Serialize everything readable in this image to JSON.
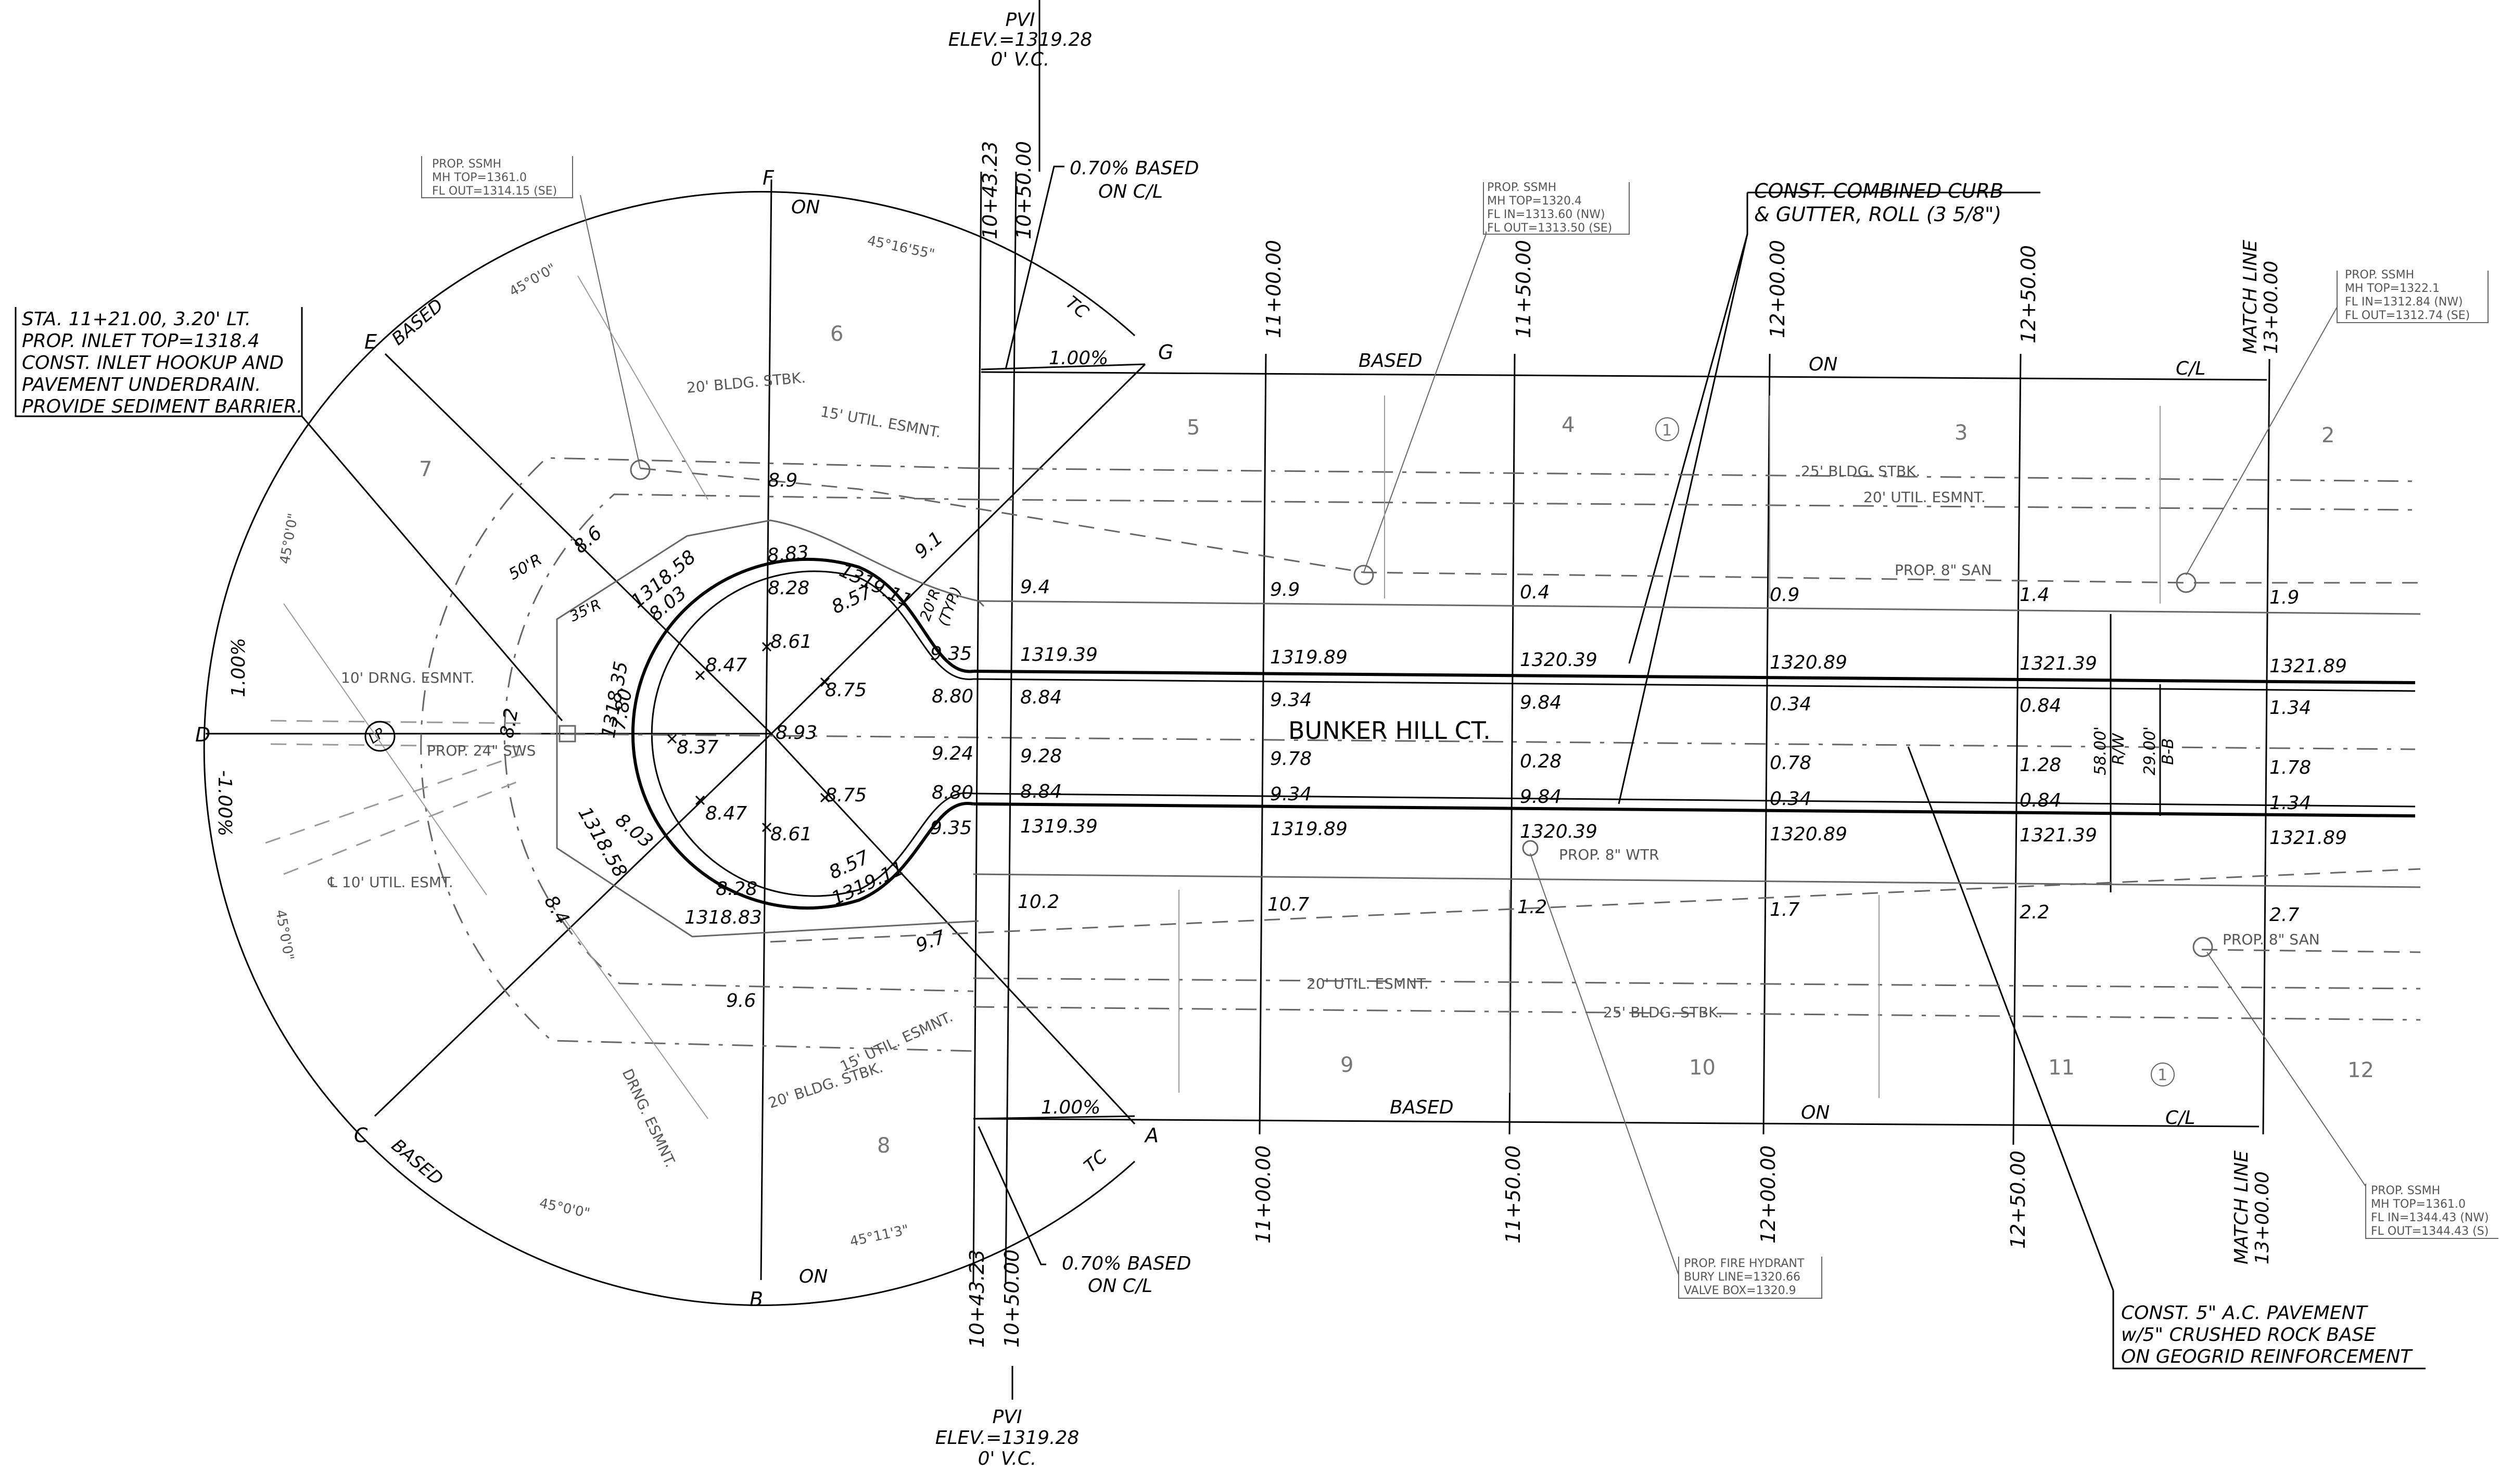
{
  "pvi_top": {
    "l1": "PVI",
    "l2": "ELEV.=1319.28",
    "l3": "0' V.C."
  },
  "pvi_bottom": {
    "l1": "PVI",
    "l2": "ELEV.=1319.28",
    "l3": "0' V.C."
  },
  "grade_top": {
    "l1": "0.70% BASED",
    "l2": "ON C/L"
  },
  "grade_bottom": {
    "l1": "0.70% BASED",
    "l2": "ON C/L"
  },
  "station_tick_top": [
    "10+43.23",
    "10+50.00",
    "11+00.00",
    "11+50.00",
    "12+00.00",
    "12+50.00"
  ],
  "station_tick_bottom": [
    "10+43.23",
    "10+50.00",
    "11+00.00",
    "11+50.00",
    "12+00.00",
    "12+50.00"
  ],
  "match_line": {
    "l1": "MATCH LINE",
    "l2": "13+00.00"
  },
  "curb_note": {
    "l1": "CONST. COMBINED CURB",
    "l2": "& GUTTER, ROLL (3 5/8\")"
  },
  "inlet_note": {
    "l1": "STA. 11+21.00, 3.20' LT.",
    "l2": "PROP. INLET TOP=1318.4",
    "l3": "CONST. INLET HOOKUP AND",
    "l4": "PAVEMENT UNDERDRAIN.",
    "l5": "PROVIDE SEDIMENT BARRIER."
  },
  "pavement_note": {
    "l1": "CONST. 5\" A.C. PAVEMENT",
    "l2": "w/5\" CRUSHED ROCK BASE",
    "l3": "ON GEOGRID REINFORCEMENT"
  },
  "ssmh_1": {
    "l1": "PROP. SSMH",
    "l2": "MH TOP=1361.0",
    "l3": "FL OUT=1314.15 (SE)"
  },
  "ssmh_2": {
    "l1": "PROP. SSMH",
    "l2": "MH TOP=1320.4",
    "l3": "FL IN=1313.60 (NW)",
    "l4": "FL OUT=1313.50 (SE)"
  },
  "ssmh_3": {
    "l1": "PROP. SSMH",
    "l2": "MH TOP=1322.1",
    "l3": "FL IN=1312.84 (NW)",
    "l4": "FL OUT=1312.74 (SE)"
  },
  "ssmh_4": {
    "l1": "PROP. SSMH",
    "l2": "MH TOP=1361.0",
    "l3": "FL IN=1344.43 (NW)",
    "l4": "FL OUT=1344.43 (S)"
  },
  "hydrant": {
    "l1": "PROP. FIRE HYDRANT",
    "l2": "BURY LINE=1320.66",
    "l3": "VALVE BOX=1320.9"
  },
  "street_name": "BUNKER HILL CT.",
  "row_width": {
    "l1": "58.00'",
    "l2": "R/W"
  },
  "bb_width": {
    "l1": "29.00'",
    "l2": "B-B"
  },
  "grade_pct": "1.00%",
  "grade_pct_left_top": "1.00%",
  "grade_pct_left_bottom": "-1.00%",
  "based_on_cl": {
    "based": "BASED",
    "on": "ON",
    "cl": "C/L"
  },
  "tc": "TC",
  "radial_letters": [
    "F",
    "G",
    "E",
    "D",
    "C",
    "B",
    "A"
  ],
  "circle_words": {
    "on_top": "ON",
    "based_e": "BASED",
    "based_c": "BASED",
    "on_bottom": "ON"
  },
  "angles": [
    "45°16'55\"",
    "45°0'0\"",
    "45°0'0\"",
    "45°0'0\"",
    "45°0'0\"",
    "45°11'3\""
  ],
  "easements": {
    "bldg_20_top": "20' BLDG. STBK.",
    "util_15_top": "15' UTIL. ESMNT.",
    "bldg_25_top": "25' BLDG. STBK.",
    "util_20_top": "20' UTIL. ESMNT.",
    "drng_10": "10' DRNG. ESMNT.",
    "sws_24": "PROP. 24\" SWS",
    "util_10": "℄ 10' UTIL. ESMT.",
    "util_20_bot": "20' UTIL. ESMNT.",
    "bldg_25_bot": "25' BLDG. STBK.",
    "util_15_bot": "15' UTIL. ESMNT.",
    "bldg_20_bot": "20' BLDG. STBK.",
    "drng_bot": "DRNG. ESMNT.",
    "san_top": "PROP. 8\" SAN",
    "wtr": "PROP. 8\" WTR",
    "san_bot": "PROP. 8\" SAN",
    "r50": "50'R",
    "r35": "35'R",
    "r20": "20'R",
    "pc": "(TYP.)"
  },
  "lots": [
    "6",
    "7",
    "5",
    "4",
    "3",
    "2",
    "8",
    "9",
    "10",
    "11",
    "12",
    "1",
    "1"
  ],
  "row_sewer": [
    "9.4",
    "9.9",
    "0.4",
    "0.9",
    "1.4",
    "1.9"
  ],
  "row_tc_n": [
    "1319.39",
    "1319.89",
    "1320.39",
    "1320.89",
    "1321.39",
    "1321.89"
  ],
  "row_fl_n": [
    "8.84",
    "9.34",
    "9.84",
    "0.34",
    "0.84",
    "1.34"
  ],
  "row_cl": [
    "9.28",
    "9.78",
    "0.28",
    "0.78",
    "1.28",
    "1.78"
  ],
  "row_fl_s": [
    "8.84",
    "9.34",
    "9.84",
    "0.34",
    "0.84",
    "1.34"
  ],
  "row_tc_s": [
    "1319.39",
    "1319.89",
    "1320.39",
    "1320.89",
    "1321.39",
    "1321.89"
  ],
  "row_water": [
    "10.2",
    "10.7",
    "1.2",
    "1.7",
    "2.2",
    "2.7"
  ],
  "cul": {
    "e89": "8.9",
    "e86": "8.6",
    "e91": "9.1",
    "e9315": "1318.58",
    "e803a": "8.03",
    "e883": "8.83",
    "e828a": "8.28",
    "e1319a": "1319.11",
    "e857a": "8.57",
    "e847a": "8.47",
    "e861a": "8.61",
    "e875a": "8.75",
    "e935a": "9.35",
    "e880a": "8.80",
    "e1835": "1318.35",
    "e780": "7.80",
    "e82": "8.2",
    "e837": "8.37",
    "e893": "8.93",
    "e924": "9.24",
    "e880b": "8.80",
    "e935b": "9.35",
    "e847b": "8.47",
    "e861b": "8.61",
    "e875b": "8.75",
    "e803b": "8.03",
    "e1858b": "1318.58",
    "e84": "8.4",
    "e857b": "8.57",
    "e1319b": "1319.11",
    "e828b": "8.28",
    "e1883": "1318.83",
    "e97": "9.7",
    "e96": "9.6",
    "lp": "LP"
  }
}
